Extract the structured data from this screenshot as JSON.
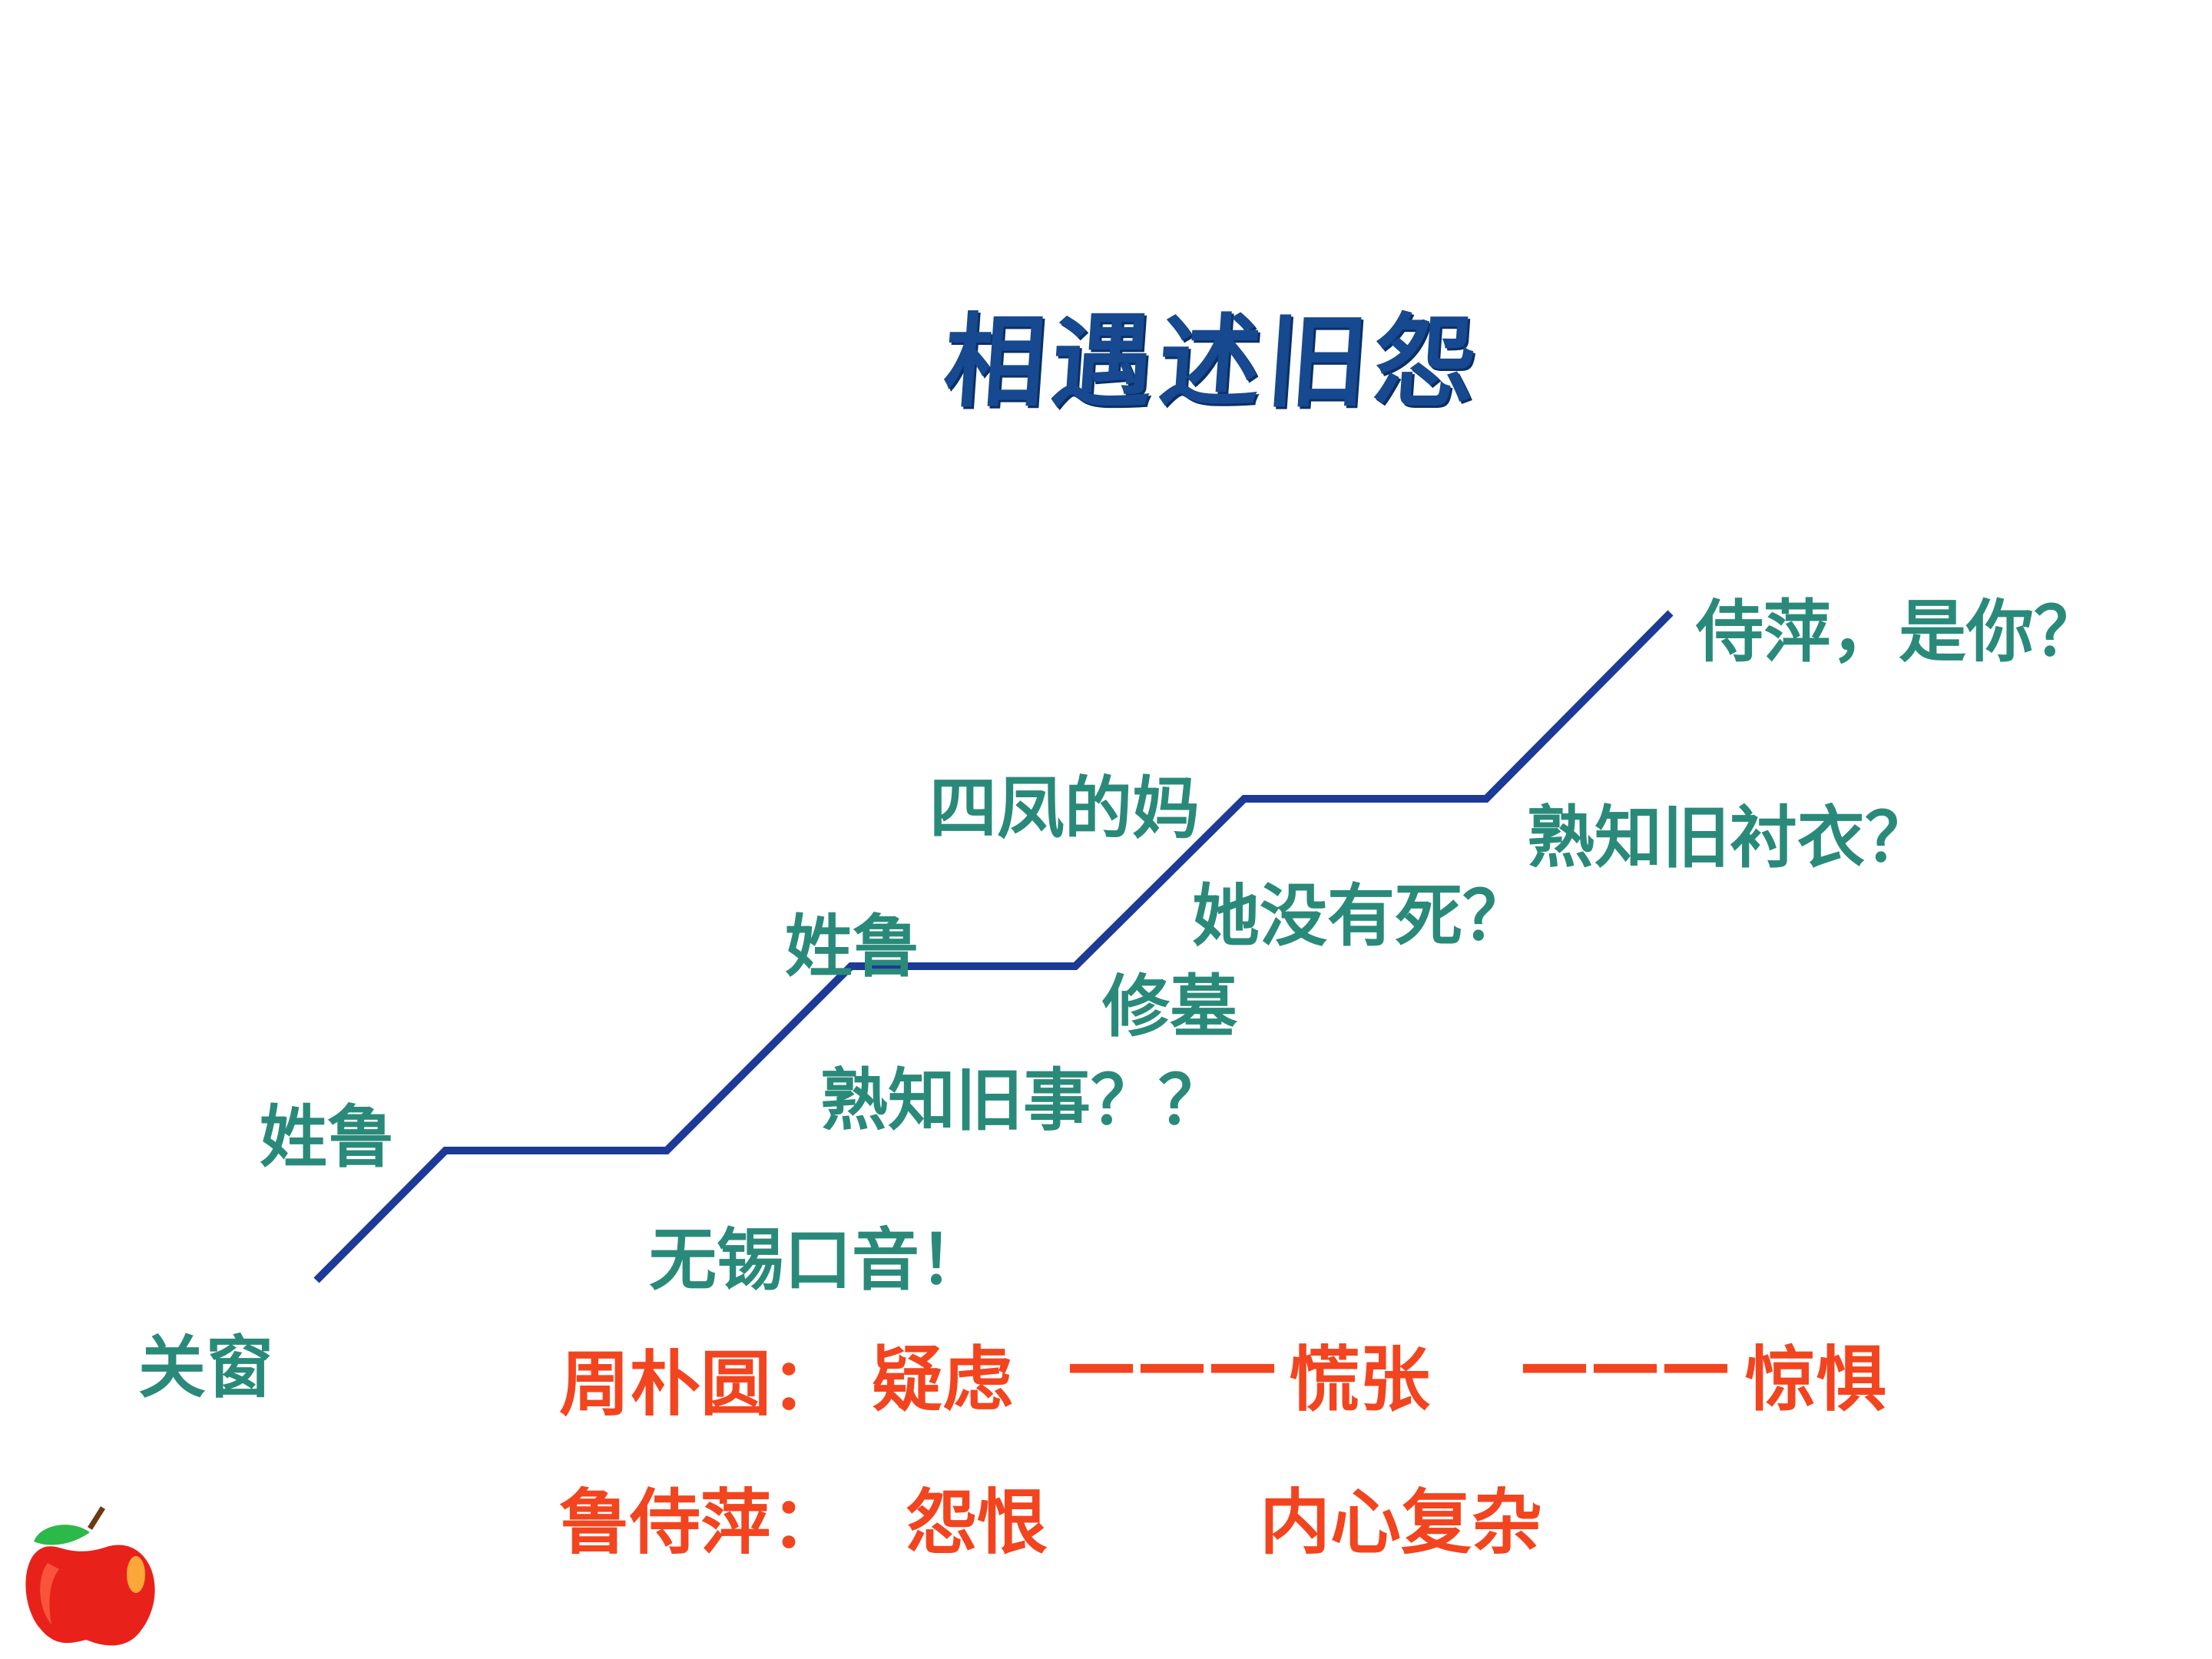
{
  "title": "相遇述旧怨",
  "steps": {
    "close_window": "关窗",
    "surname_lu_1": "姓鲁",
    "wuxi_accent": "无锡口音！",
    "surname_lu_2": "姓鲁",
    "knows_old_affairs": "熟知旧事？？",
    "repair_tomb": "修墓",
    "sifeng_mother": "四凤的妈",
    "she_not_dead": "她没有死？",
    "knows_old_shirt": "熟知旧衬衣？",
    "shiping_is_you": "侍萍，是你？"
  },
  "emotions": {
    "zhou_name": "周朴圆：",
    "zhou_1": "疑虑",
    "zhou_dash_1": "———",
    "zhou_2": "慌张",
    "zhou_dash_2": "———",
    "zhou_3": "惊惧",
    "lu_name": "鲁侍萍：",
    "lu_1": "怨恨",
    "lu_2": "内心复杂"
  },
  "colors": {
    "title": "#16498f",
    "line": "#1c3a96",
    "label": "#2a8a7a",
    "emotion": "#f2451f"
  },
  "icons": {
    "corner": "apple-icon"
  }
}
